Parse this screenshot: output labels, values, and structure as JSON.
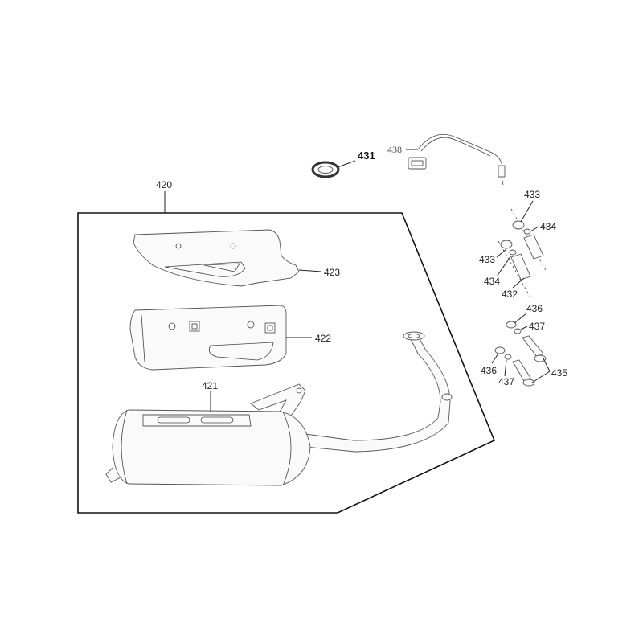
{
  "callouts": {
    "c420": "420",
    "c421": "421",
    "c422": "422",
    "c423": "423",
    "c431": "431",
    "c438": "438",
    "c432": "432",
    "c433a": "433",
    "c433b": "433",
    "c434a": "434",
    "c434b": "434",
    "c435": "435",
    "c436a": "436",
    "c436b": "436",
    "c437a": "437",
    "c437b": "437"
  }
}
